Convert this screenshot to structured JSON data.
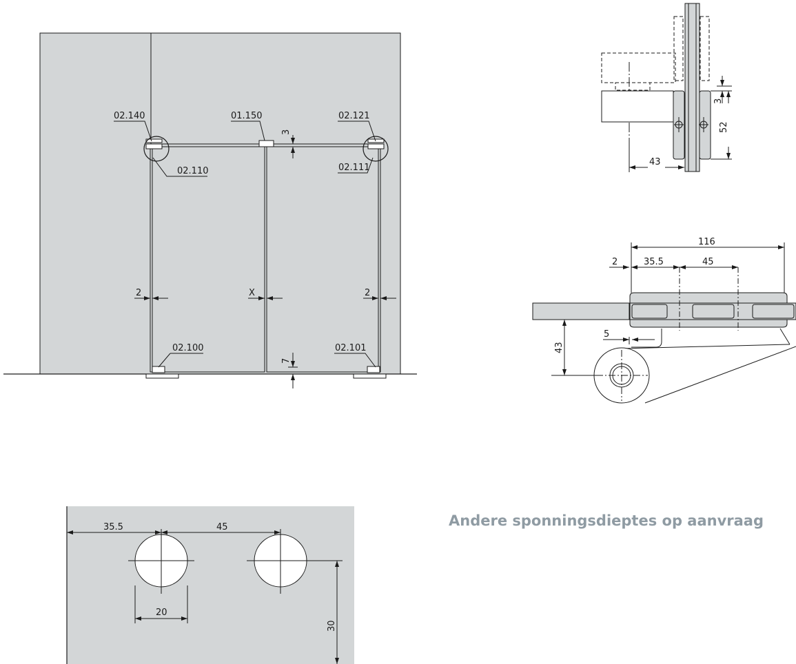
{
  "colors": {
    "glass": "#d3d6d7",
    "line": "#1a1a1a",
    "note": "#8f9ba3"
  },
  "front_view": {
    "parts": {
      "top_left": "02.140",
      "top_center": "01.150",
      "top_right": "02.121",
      "hinge_left": "02.110",
      "hinge_right": "02.111",
      "bottom_left": "02.100",
      "bottom_right": "02.101"
    },
    "dims": {
      "top_gap": "3",
      "left_gap": "2",
      "center_gap": "X",
      "right_gap": "2",
      "bottom_gap": "7"
    }
  },
  "side_view": {
    "dims": {
      "gap": "3",
      "height": "52",
      "depth": "43"
    }
  },
  "top_view": {
    "dims": {
      "overall": "116",
      "gap": "2",
      "first_hole": "35.5",
      "hole_spacing": "45",
      "offset": "5",
      "pivot_depth": "43"
    }
  },
  "cutout_view": {
    "dims": {
      "first_hole": "35.5",
      "hole_spacing": "45",
      "hole_diameter": "20",
      "height": "30"
    }
  },
  "note": "Andere sponningsdieptes op aanvraag"
}
